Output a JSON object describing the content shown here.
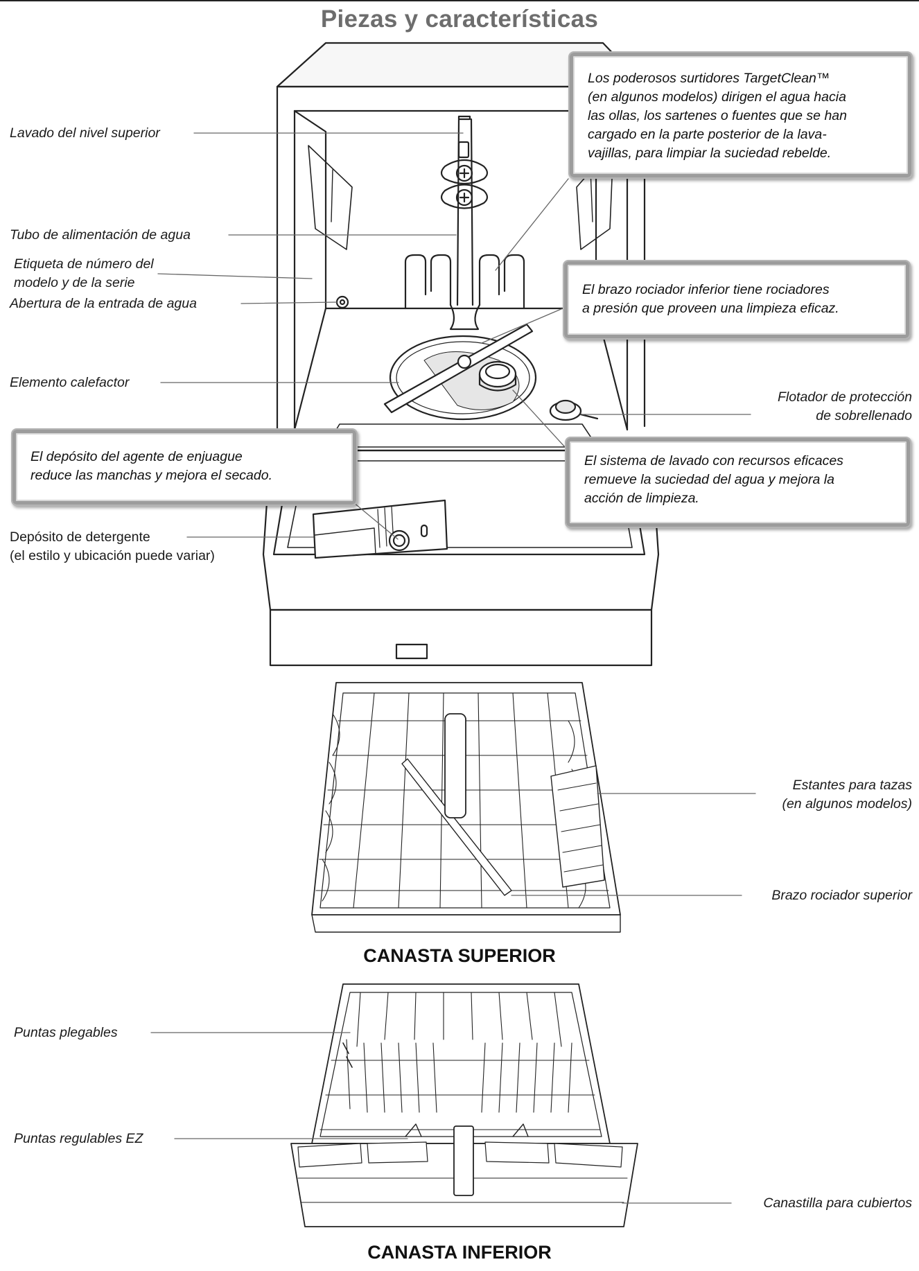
{
  "title": "Piezas y características",
  "labels": {
    "top_wash": "Lavado del nivel superior",
    "water_supply_tube": "Tubo de alimentación de agua",
    "model_serial_label": [
      "Etiqueta de número del",
      "modelo y de la serie"
    ],
    "water_inlet": "Abertura de la entrada de agua",
    "heating_element": "Elemento calefactor",
    "overfill_float": [
      "Flotador de protección",
      "de sobrellenado"
    ],
    "detergent_dispenser": [
      "Depósito de detergente",
      "(el estilo y ubicación puede variar)"
    ],
    "cup_shelves": [
      "Estantes para tazas",
      "(en algunos modelos)"
    ],
    "upper_spray_arm": "Brazo rociador superior",
    "fold_down_tines": "Puntas plegables",
    "ez_adjust_tines": "Puntas regulables EZ",
    "silverware_basket": "Canastilla para cubiertos"
  },
  "callouts": {
    "targetclean": [
      "Los poderosos surtidores TargetClean™",
      "(en algunos modelos) dirigen el agua hacia",
      "las ollas, los sartenes o fuentes que se han",
      "cargado en la parte posterior de la lava-",
      "vajillas, para limpiar la suciedad rebelde."
    ],
    "lower_spray_arm": [
      "El brazo rociador inferior tiene rociadores",
      "a presión que proveen una limpieza eficaz."
    ],
    "rinse_aid": [
      "El depósito del agente de enjuague",
      "reduce las manchas y mejora el secado."
    ],
    "filtration": [
      "El sistema de lavado con recursos eficaces",
      "remueve la suciedad del agua y mejora la",
      "acción de limpieza."
    ]
  },
  "sections": {
    "upper_rack": "CANASTA SUPERIOR",
    "lower_rack": "CANASTA INFERIOR"
  }
}
